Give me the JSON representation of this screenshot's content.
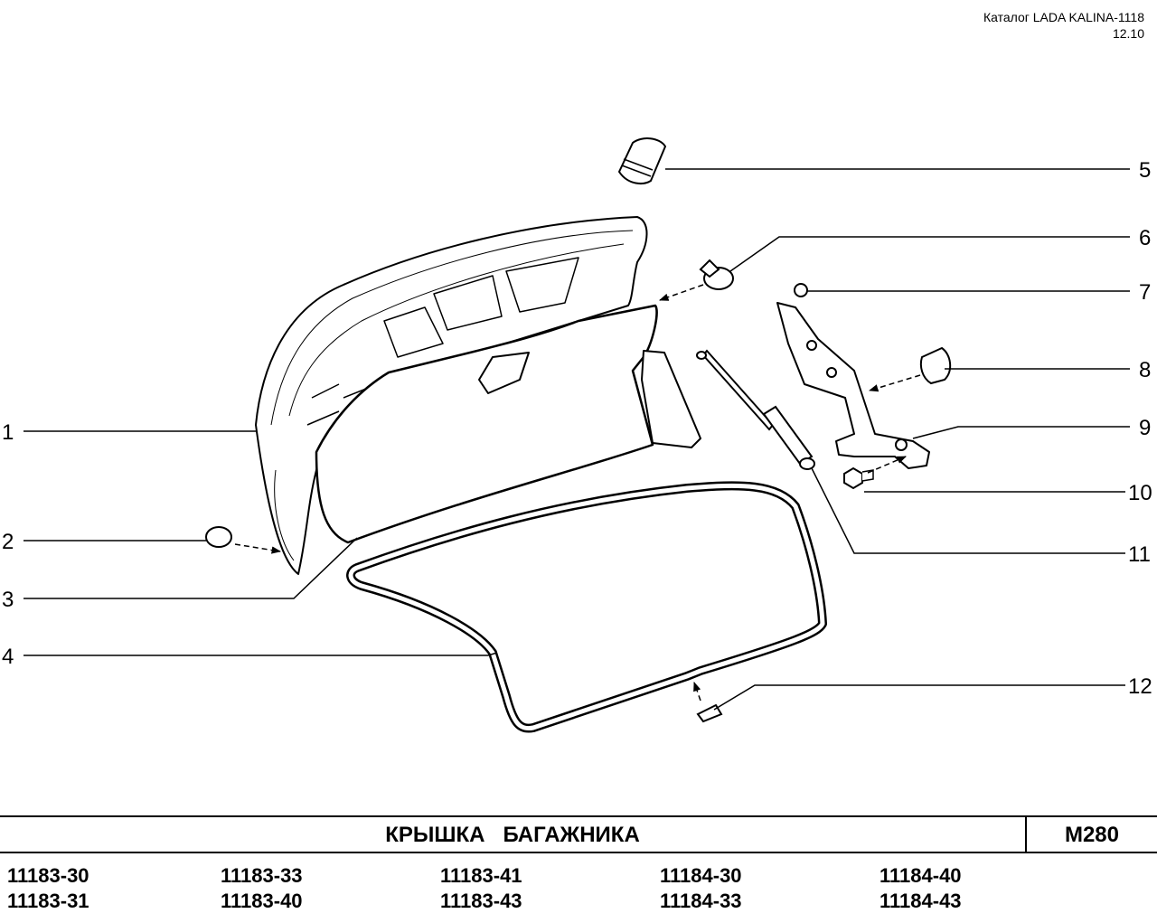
{
  "header": {
    "catalog": "Каталог LADA KALINA-1118",
    "date": "12.10"
  },
  "callouts": [
    "1",
    "2",
    "3",
    "4",
    "5",
    "6",
    "7",
    "8",
    "9",
    "10",
    "11",
    "12"
  ],
  "title": {
    "name": "КРЫШКА   БАГАЖНИКА",
    "code": "М280"
  },
  "models": [
    [
      "11183-30",
      "11183-31"
    ],
    [
      "11183-33",
      "11183-40"
    ],
    [
      "11183-41",
      "11183-43"
    ],
    [
      "11184-30",
      "11184-33"
    ],
    [
      "11184-40",
      "11184-43"
    ]
  ]
}
